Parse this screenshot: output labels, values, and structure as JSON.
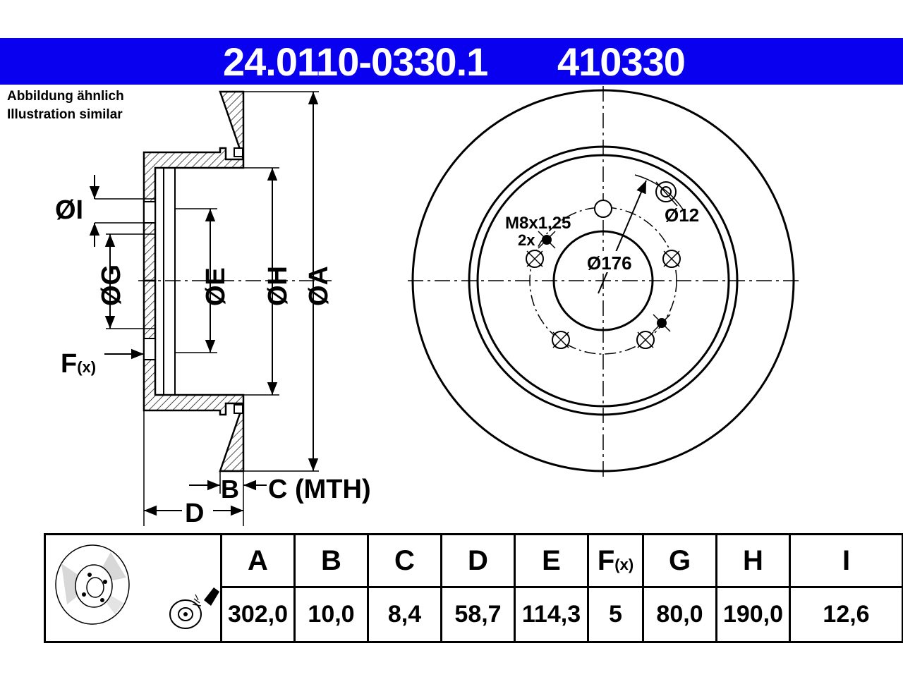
{
  "header": {
    "article_number": "24.0110-0330.1",
    "ref_number": "410330",
    "color": "#0a00f0"
  },
  "note": {
    "line1": "Abbildung ähnlich",
    "line2": "Illustration similar"
  },
  "side_view": {
    "labels": {
      "I": "ØI",
      "G": "ØG",
      "E": "ØE",
      "H": "ØH",
      "A": "ØA",
      "F": "F",
      "F_sub": "(x)",
      "B": "B",
      "C": "C (MTH)",
      "D": "D"
    }
  },
  "front_view": {
    "thread": "M8x1,25",
    "thread_count": "2x",
    "hole_dia": "Ø12",
    "pcd": "Ø176"
  },
  "table": {
    "headers": [
      "A",
      "B",
      "C",
      "D",
      "E",
      "F",
      "G",
      "H",
      "I"
    ],
    "f_sub": "(x)",
    "values": [
      "302,0",
      "10,0",
      "8,4",
      "58,7",
      "114,3",
      "5",
      "80,0",
      "190,0",
      "12,6"
    ]
  },
  "icons": [
    "brake-disc-icon",
    "spray-cleaner-icon"
  ]
}
